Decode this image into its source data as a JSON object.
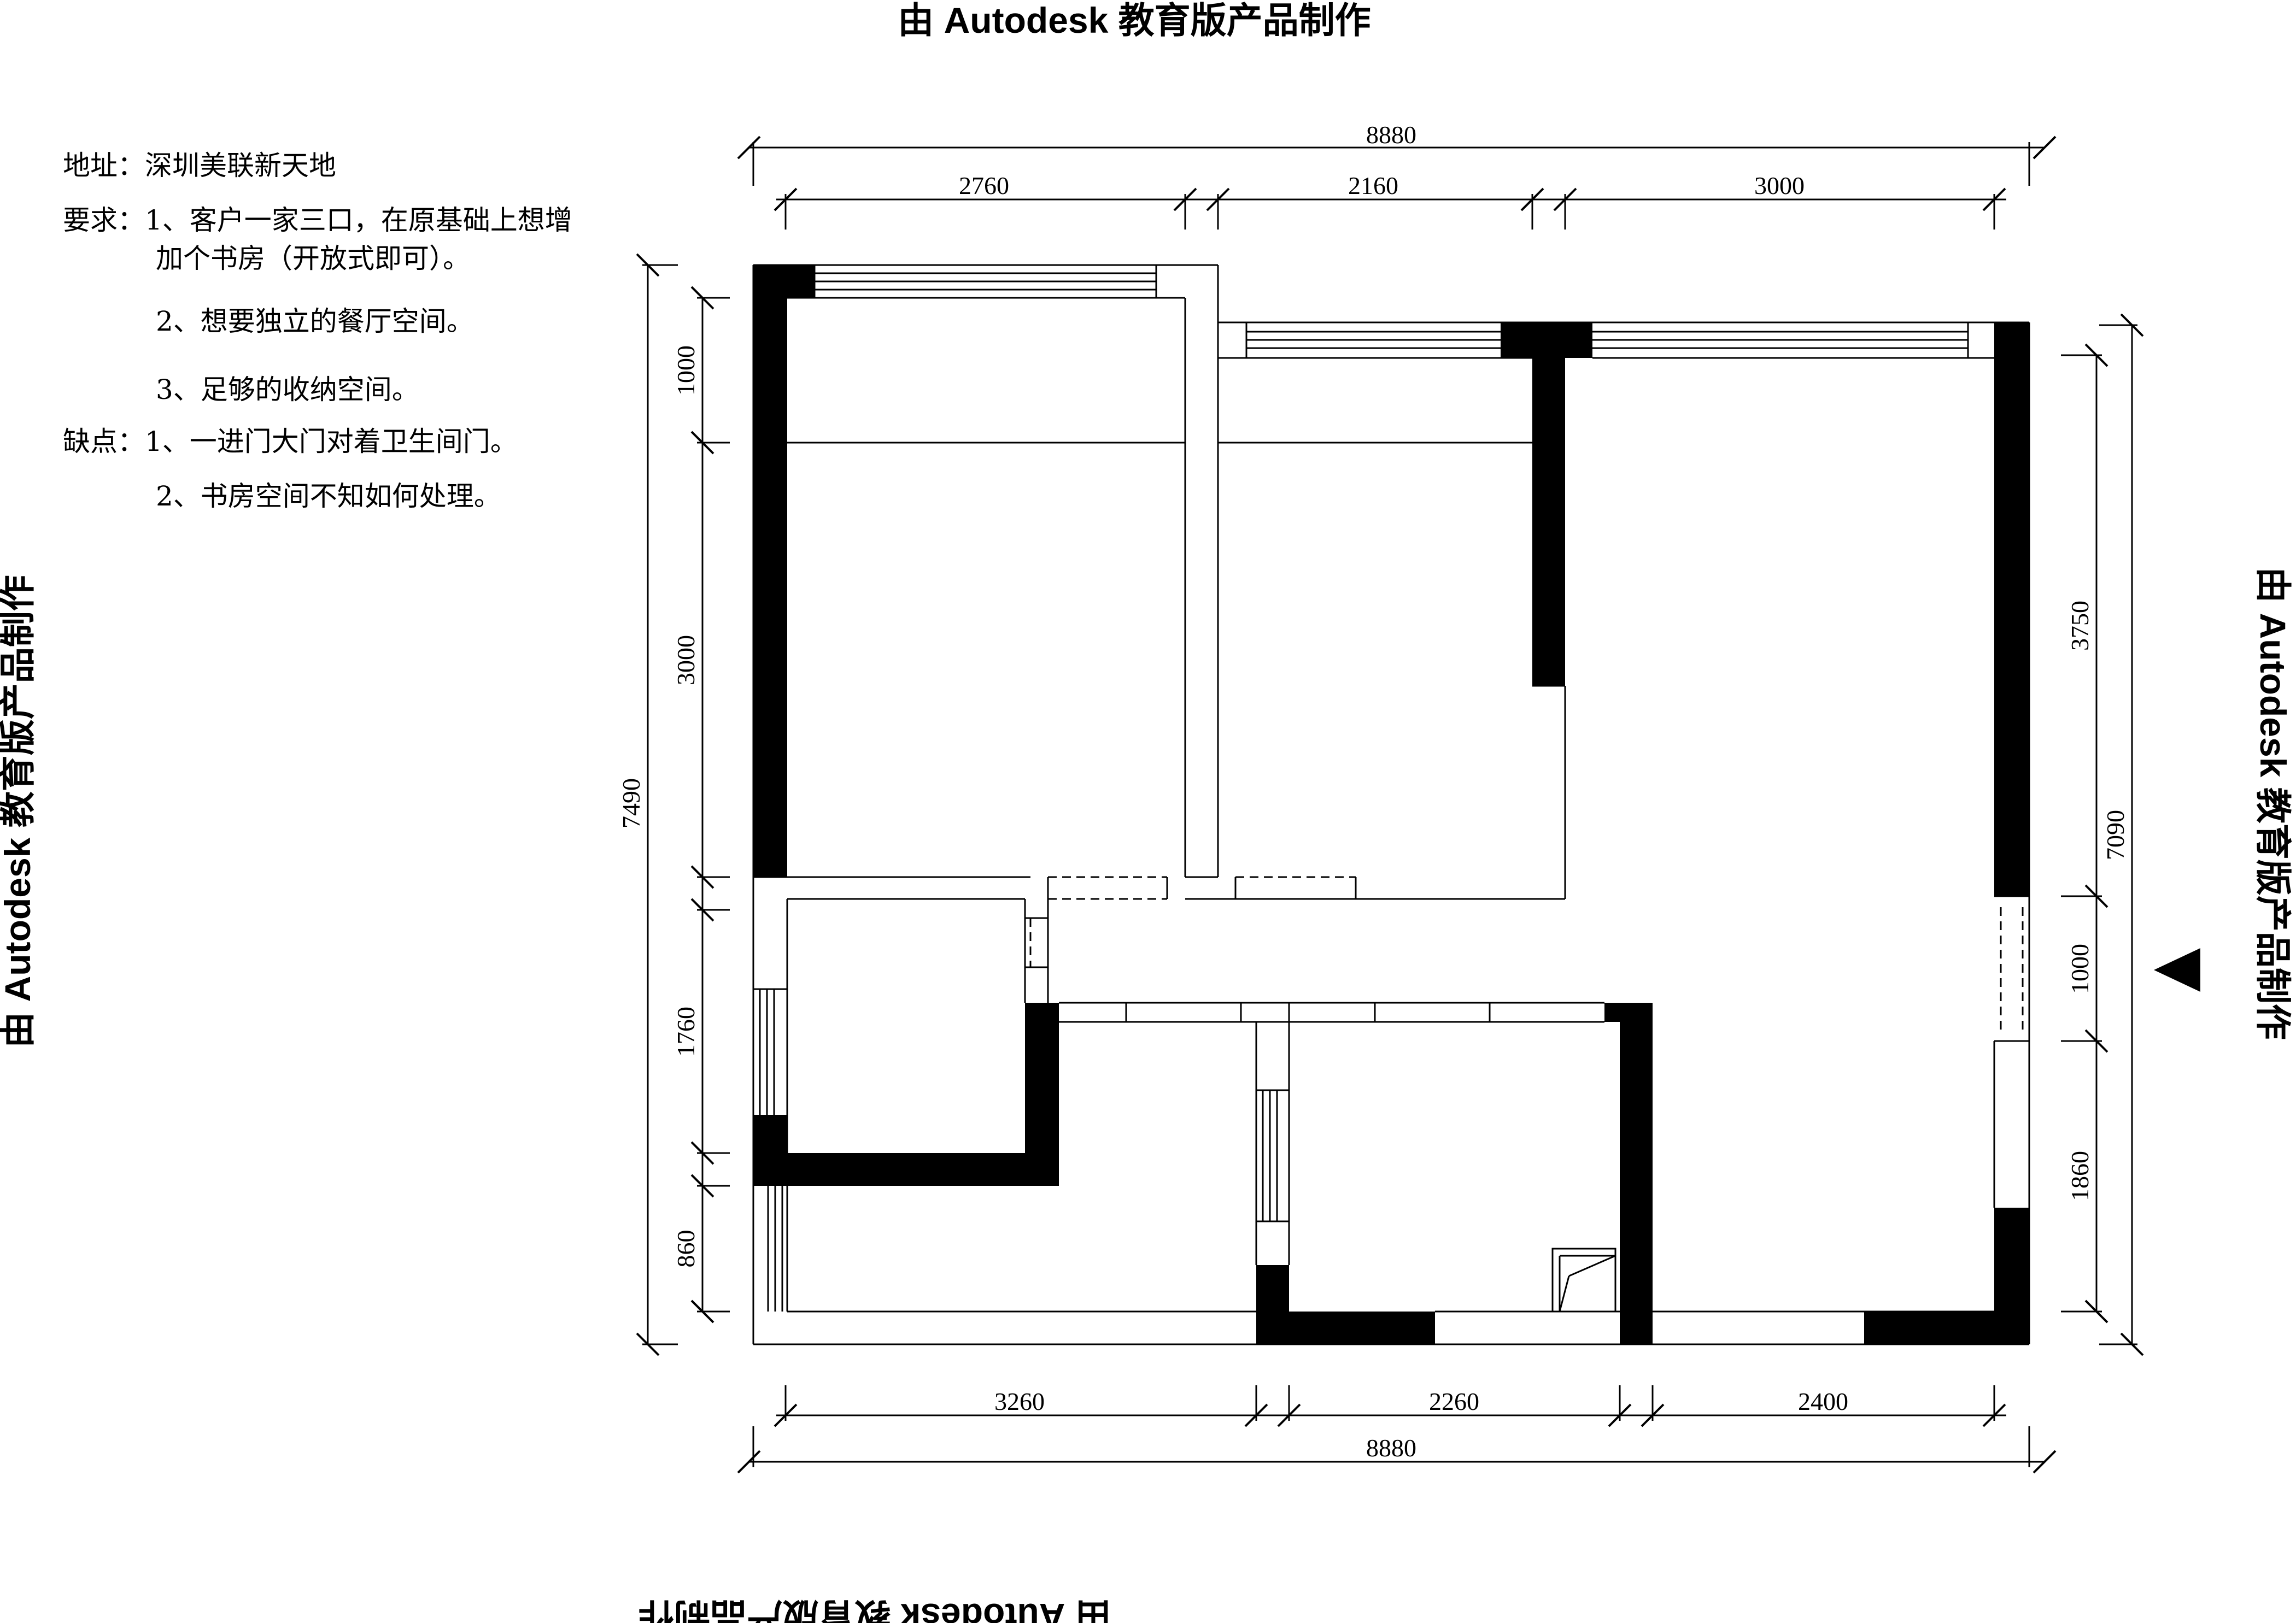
{
  "watermark": {
    "text": "由 Autodesk 教育版产品制作"
  },
  "notes": {
    "address": "地址：深圳美联新天地",
    "req_line1": "要求：1、客户一家三口，在原基础上想增",
    "req_line2": "加个书房（开放式即可）。",
    "req_line3": "2、想要独立的餐厅空间。",
    "req_line4": "3、足够的收纳空间。",
    "flaw_line1": "缺点：1、一进门大门对着卫生间门。",
    "flaw_line2": "2、书房空间不知如何处理。"
  },
  "dimensions": {
    "top_total": "8880",
    "top_1": "2760",
    "top_2": "2160",
    "top_3": "3000",
    "bottom_1": "3260",
    "bottom_2": "2260",
    "bottom_3": "2400",
    "bottom_total": "8880",
    "left_total": "7490",
    "left_1": "1000",
    "left_2": "3000",
    "left_3": "1760",
    "left_4": "860",
    "right_total": "7090",
    "right_1": "3750",
    "right_2": "1000",
    "right_3": "1860"
  },
  "entry_marker_icon": "triangle-left-icon"
}
